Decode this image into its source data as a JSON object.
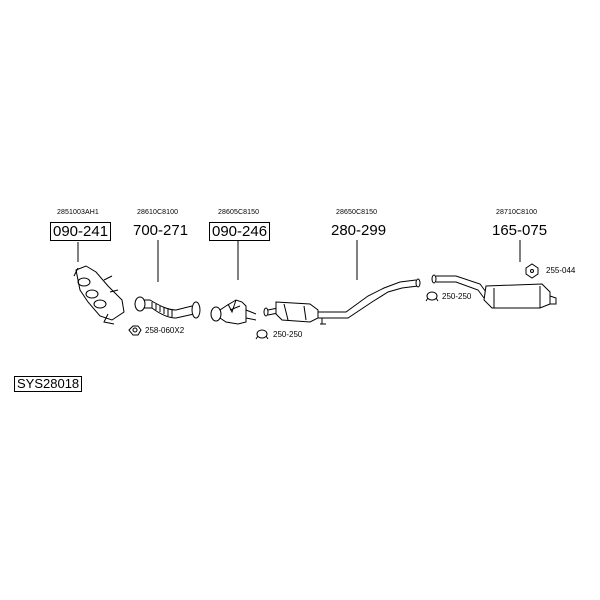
{
  "parts": [
    {
      "oem": "2851003AH1",
      "number": "090-241",
      "boxed": true
    },
    {
      "oem": "28610C8100",
      "number": "700-271",
      "boxed": false
    },
    {
      "oem": "28605C8150",
      "number": "090-246",
      "boxed": true
    },
    {
      "oem": "28650C8150",
      "number": "280-299",
      "boxed": false
    },
    {
      "oem": "28710C8100",
      "number": "165-075",
      "boxed": false
    }
  ],
  "fittings": [
    {
      "label": "258-060X2"
    },
    {
      "label": "250-250"
    },
    {
      "label": "250-250"
    },
    {
      "label": "255-044"
    }
  ],
  "system_code": "SYS28018"
}
